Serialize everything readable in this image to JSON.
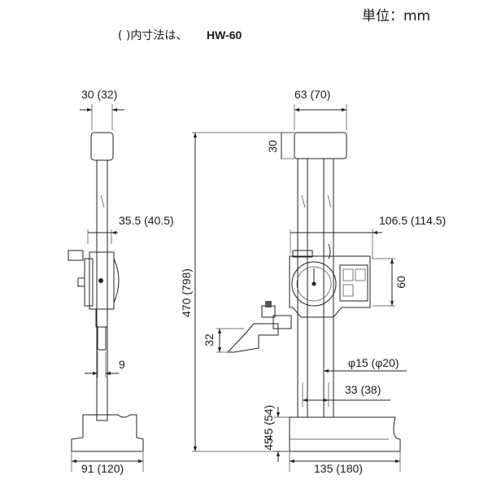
{
  "header": {
    "unit": "単位：mm",
    "note_prefix": "( )内寸法は、",
    "note_model": "HW-60"
  },
  "side_view": {
    "dims": {
      "top_width": "30 (32)",
      "scriber_reach": "35.5 (40.5)",
      "scriber_thickness": "9",
      "base_width": "91 (120)"
    }
  },
  "front_view": {
    "dims": {
      "top_width": "63 (70)",
      "top_height": "30",
      "total_height": "470 (798)",
      "dial_offset": "106.5 (114.5)",
      "dial_height": "60",
      "scriber_height": "32",
      "column_dia": "φ15 (φ20)",
      "column_spacing": "33 (38)",
      "base_height_upper": "45 (54)",
      "base_height_lower": "45",
      "base_width": "135 (180)"
    }
  }
}
